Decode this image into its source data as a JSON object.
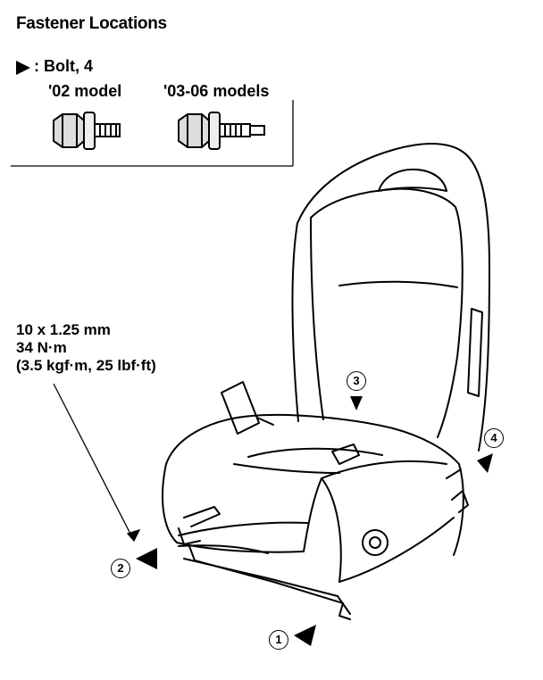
{
  "title": "Fastener Locations",
  "legend": {
    "text": ": Bolt, 4"
  },
  "models": {
    "a": "'02 model",
    "b": "'03-06 models"
  },
  "spec": {
    "line1": "10 x 1.25 mm",
    "line2": "34 N·m",
    "line3": "(3.5 kgf·m, 25 lbf·ft)"
  },
  "callouts": [
    "1",
    "2",
    "3",
    "4"
  ]
}
